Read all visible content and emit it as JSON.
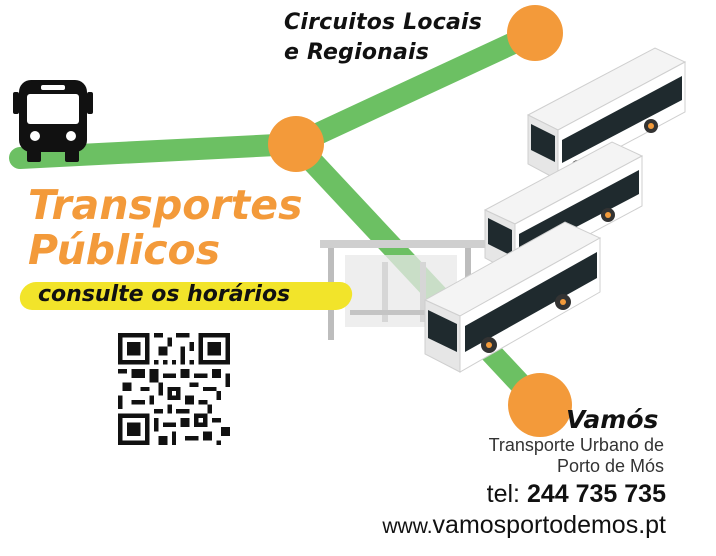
{
  "route_label": {
    "line1": "Circuitos Locais",
    "line2": "e Regionais"
  },
  "headline": {
    "line1": "Transportes",
    "line2": "Públicos"
  },
  "tagline": "consulte os horários",
  "operator": {
    "name": "Vamós",
    "desc_line1": "Transporte Urbano de",
    "desc_line2": "Porto de Mós"
  },
  "contact": {
    "tel_label": "tel:",
    "tel_number": "244 735 735",
    "web_prefix": "www.",
    "web_domain": "vamosportodemos.pt"
  },
  "colors": {
    "route_green": "#6cc063",
    "node_orange": "#f39a3a",
    "headline_orange": "#f39a3a",
    "highlight_yellow": "#f2e42a",
    "bus_dark": "#1f2a2e"
  },
  "icons": [
    "bus-icon",
    "qr-code",
    "bus-shelter",
    "bus"
  ]
}
